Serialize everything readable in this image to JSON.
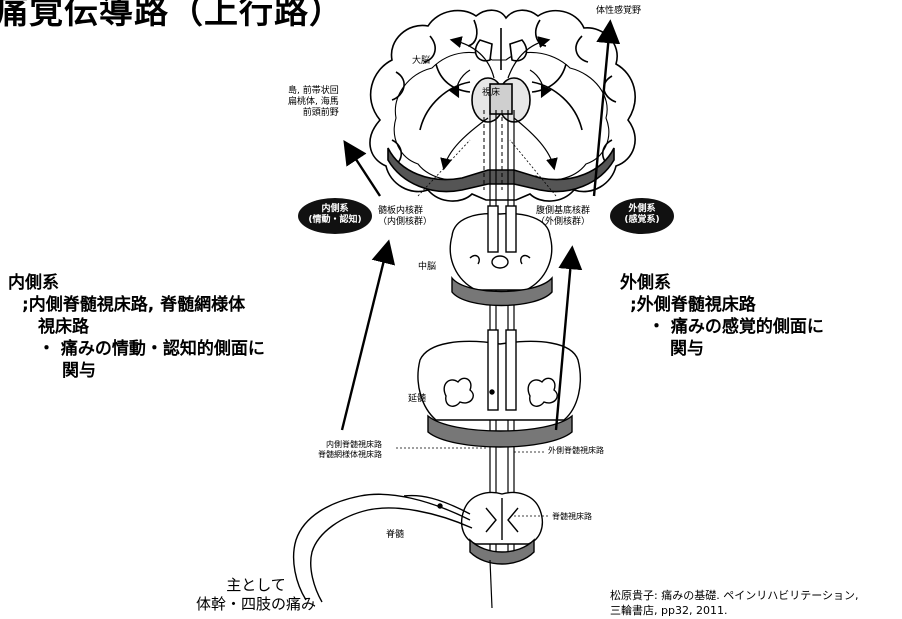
{
  "slide": {
    "title": "痛覚伝導路（上行路）"
  },
  "diagram": {
    "cortex_label": "体性感覚野",
    "cerebrum_label": "大脳",
    "thalamus_label": "視床",
    "limbic_label_lines": [
      "島, 前帯状回",
      "扁桃体, 海馬",
      "前頭前野"
    ],
    "medial_nuclei_lines": [
      "髄板内核群",
      "（内側核群）"
    ],
    "lateral_nuclei_lines": [
      "腹側基底核群",
      "（外側核群）"
    ],
    "medial_pill_lines": [
      "内側系",
      "(情動・認知)"
    ],
    "lateral_pill_lines": [
      "外側系",
      "(感覚系)"
    ],
    "midbrain_label": "中脳",
    "medulla_label": "延髄",
    "spinal_label": "脊髄",
    "medial_tracts_lines": [
      "内側脊髄視床路",
      "脊髄網様体視床路"
    ],
    "lateral_tract_label": "外側脊髄視床路",
    "spinothalamic_label": "脊髄視床路"
  },
  "medial_system": {
    "heading": "内側系",
    "tract_lines": [
      ";内側脊髄視床路, 脊髄網様体",
      "視床路"
    ],
    "bullet_lines": [
      "・ 痛みの情動・認知的側面に",
      "関与"
    ]
  },
  "lateral_system": {
    "heading": "外側系",
    "tract_line": ";外側脊髄視床路",
    "bullet_lines": [
      "・ 痛みの感覚的側面に",
      "関与"
    ]
  },
  "bottom_caption": [
    "主として",
    "体幹・四肢の痛み"
  ],
  "citation": [
    "松原貴子: 痛みの基礎. ペインリハビリテーション,",
    "三輪書店, pp32, 2011."
  ]
}
